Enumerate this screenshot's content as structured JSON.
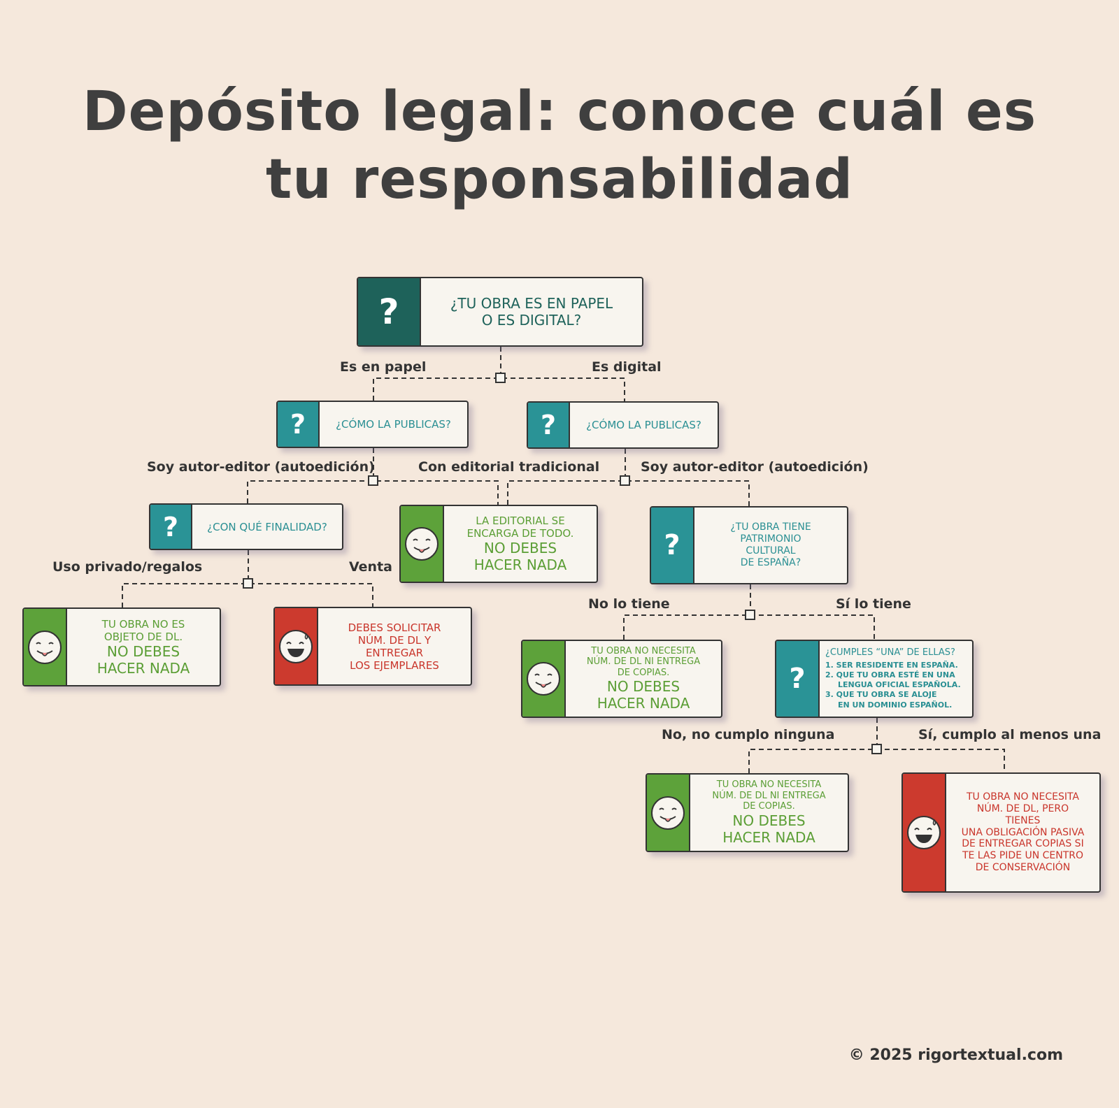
{
  "title": {
    "line1": "Depósito legal: conoce cuál es",
    "line2": "tu responsabilidad"
  },
  "colors": {
    "background": "#f5e8dc",
    "question_dark": "#1e625a",
    "question": "#2a9396",
    "positive": "#5da23a",
    "negative": "#cc3a2e"
  },
  "icons": {
    "question": "question-mark-icon",
    "positive": "tongue-smiley-icon",
    "negative": "sweat-smiley-icon"
  },
  "nodes": {
    "root": {
      "l1": "¿TU OBRA ES EN PAPEL",
      "l2": "O ES DIGITAL?",
      "icon": "?"
    },
    "paper": {
      "text": "¿CÓMO LA PUBLICAS?",
      "icon": "?"
    },
    "digital": {
      "text": "¿CÓMO LA PUBLICAS?",
      "icon": "?"
    },
    "purpose": {
      "text": "¿CON QUÉ FINALIDAD?",
      "icon": "?"
    },
    "editorial": {
      "l1": "LA EDITORIAL SE",
      "l2": "ENCARGA DE TODO.",
      "b1": "NO DEBES",
      "b2": "HACER NADA"
    },
    "heritage": {
      "l1": "¿TU OBRA TIENE",
      "l2": "PATRIMONIO",
      "l3": "CULTURAL",
      "l4": "DE ESPAÑA?",
      "icon": "?"
    },
    "private": {
      "l1": "TU OBRA NO ES",
      "l2": "OBJETO DE DL.",
      "b1": "NO DEBES",
      "b2": "HACER NADA"
    },
    "sale": {
      "l1": "DEBES SOLICITAR",
      "l2": "NÚM. DE DL Y",
      "l3": "ENTREGAR",
      "l4": "LOS EJEMPLARES"
    },
    "no_heritage": {
      "l1": "TU OBRA NO NECESITA",
      "l2": "NÚM. DE DL NI ENTREGA",
      "l3": "DE COPIAS.",
      "b1": "NO DEBES",
      "b2": "HACER NADA"
    },
    "criteria": {
      "heading": "¿CUMPLES “UNA” DE ELLAS?",
      "items": [
        "1. SER RESIDENTE EN ESPAÑA.",
        "2. QUE TU OBRA ESTÉ EN UNA",
        "LENGUA OFICIAL ESPAÑOLA.",
        "3. QUE TU OBRA SE ALOJE",
        "EN UN DOMINIO ESPAÑOL."
      ],
      "icon": "?"
    },
    "none": {
      "l1": "TU OBRA NO NECESITA",
      "l2": "NÚM. DE DL NI ENTREGA",
      "l3": "DE COPIAS.",
      "b1": "NO DEBES",
      "b2": "HACER NADA"
    },
    "passive": {
      "lines": [
        "TU OBRA NO NECESITA",
        "NÚM. DE DL, PERO",
        "TIENES",
        "UNA OBLIGACIÓN PASIVA",
        "DE ENTREGAR COPIAS SI",
        "TE LAS PIDE UN CENTRO",
        "DE CONSERVACIÓN"
      ]
    }
  },
  "edges": {
    "paper": "Es en papel",
    "digital": "Es digital",
    "self1": "Soy autor-editor (autoedición)",
    "traditional": "Con editorial tradicional",
    "self2": "Soy autor-editor (autoedición)",
    "private": "Uso privado/regalos",
    "sale": "Venta",
    "no_heritage": "No lo tiene",
    "heritage": "Sí lo tiene",
    "none": "No, no cumplo ninguna",
    "some": "Sí, cumplo al menos una"
  },
  "footer": "© 2025 rigortextual.com"
}
